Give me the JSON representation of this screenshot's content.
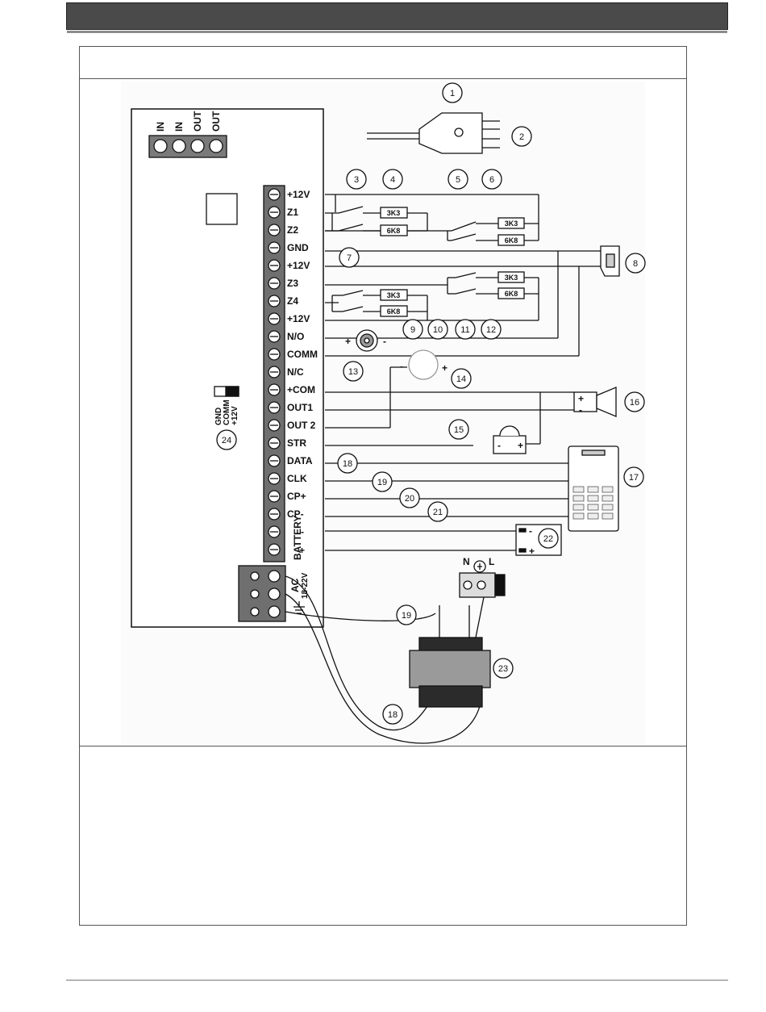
{
  "header": {
    "bar_color": "#4a4a4a"
  },
  "top_terminals": [
    "IN",
    "IN",
    "OUT",
    "OUT"
  ],
  "main_terminals": [
    "+12V",
    "Z1",
    "Z2",
    "GND",
    "+12V",
    "Z3",
    "Z4",
    "+12V",
    "N/O",
    "COMM",
    "N/C",
    "+COM",
    "OUT1",
    "OUT 2",
    "STR",
    "DATA",
    "CLK",
    "CP+",
    "CP-"
  ],
  "battery_label": "BATTERY",
  "battery_signs": [
    "-",
    "+"
  ],
  "ac_label": "AC",
  "ac_voltage": "18-22V",
  "jumper_labels": [
    "GND",
    "COMM",
    "+12V"
  ],
  "resistors": {
    "r1": "3K3",
    "r2": "6K8"
  },
  "mains_labels": {
    "neutral": "N",
    "live": "L"
  },
  "polarity": {
    "plus": "+",
    "minus": "-"
  },
  "callouts": [
    "1",
    "2",
    "3",
    "4",
    "5",
    "6",
    "7",
    "8",
    "9",
    "10",
    "11",
    "12",
    "13",
    "14",
    "15",
    "16",
    "17",
    "18",
    "19",
    "20",
    "21",
    "22",
    "23",
    "18",
    "19",
    "24"
  ]
}
